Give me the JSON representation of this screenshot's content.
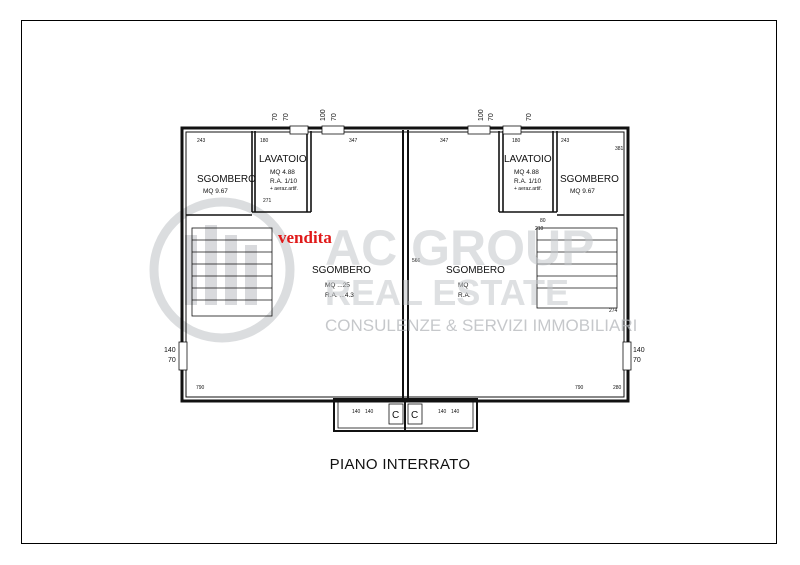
{
  "title": "PIANO INTERRATO",
  "left_unit": {
    "sgombero_small": {
      "name": "SGOMBERO",
      "area": "MQ  9.67"
    },
    "lavatoio": {
      "name": "LAVATOIO",
      "area": "MQ  4.88",
      "ra": "R.A.  1/10",
      "note": "+ aeraz.artif."
    },
    "sgombero_large": {
      "name": "SGOMBERO",
      "area": "MQ ...25",
      "ra": "R.A. ...4.3"
    },
    "stamp": "vendita"
  },
  "right_unit": {
    "lavatoio": {
      "name": "LAVATOIO",
      "area": "MQ  4.88",
      "ra": "R.A.  1/10",
      "note": "+ aeraz.artif."
    },
    "sgombero_small": {
      "name": "SGOMBERO",
      "area": "MQ  9.67"
    },
    "sgombero_large": {
      "name": "SGOMBERO",
      "area": "MQ",
      "ra": "R.A."
    }
  },
  "dimensions": {
    "top_left": [
      "70",
      "70",
      "100",
      "70"
    ],
    "top_right": [
      "100",
      "70",
      "70"
    ],
    "d243": "243",
    "d180": "180",
    "d347": "347",
    "d381": "381",
    "d271": "271",
    "d80": "80",
    "d210": "210",
    "d274": "274",
    "d790": "790",
    "d280": "280",
    "d140": "140",
    "d70": "70",
    "d566": "566"
  },
  "bottom_doors": [
    "C",
    "C"
  ],
  "watermark": {
    "line1": "AC GROUP",
    "line2": "REAL ESTATE",
    "line3": "CONSULENZE & SERVIZI IMMOBILIARI"
  }
}
